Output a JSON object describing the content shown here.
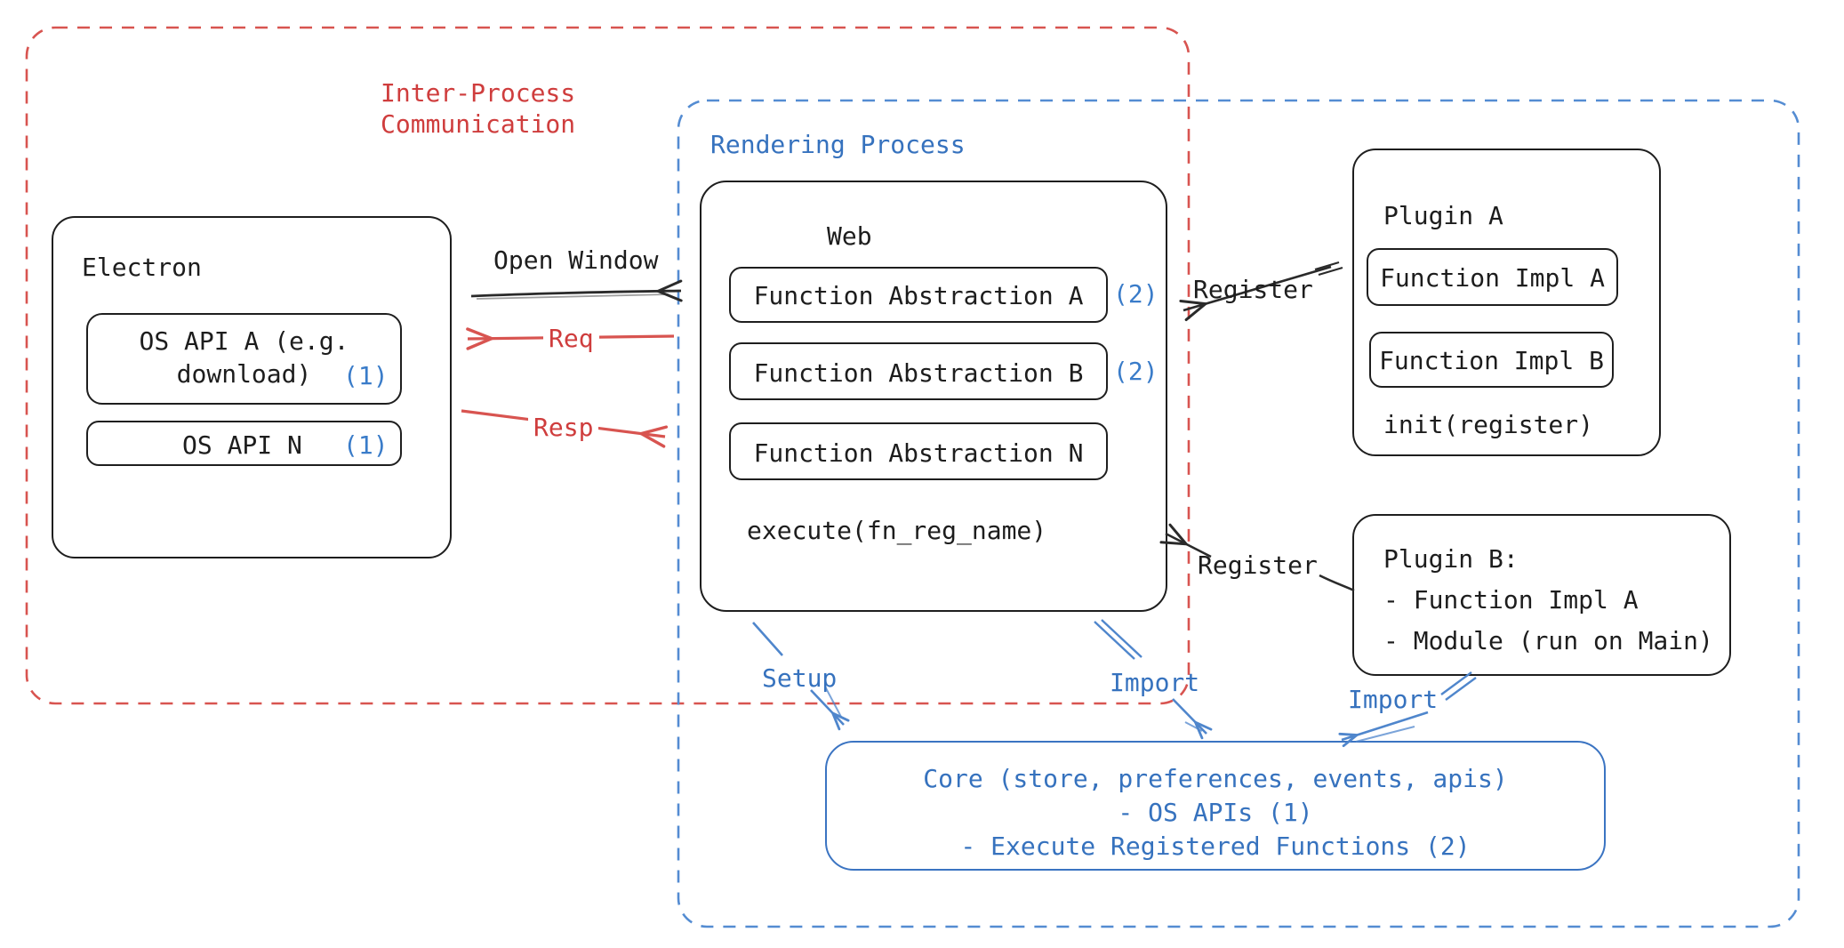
{
  "diagram": {
    "groups": {
      "ipc_line1": "Inter-Process",
      "ipc_line2": "Communication",
      "rendering": "Rendering Process"
    },
    "electron": {
      "title": "Electron",
      "api_a_line1": "OS API A (e.g.",
      "api_a_line2": "download)",
      "api_a_ref": "(1)",
      "api_n": "OS API N",
      "api_n_ref": "(1)"
    },
    "web": {
      "title": "Web",
      "fa_a": "Function Abstraction A",
      "fa_a_ref": "(2)",
      "fa_b": "Function Abstraction B",
      "fa_b_ref": "(2)",
      "fa_n": "Function Abstraction N",
      "execute": "execute(fn_reg_name)"
    },
    "plugin_a": {
      "title": "Plugin A",
      "impl_a": "Function Impl A",
      "impl_b": "Function Impl B",
      "init": "init(register)"
    },
    "plugin_b": {
      "line1": "Plugin B:",
      "line2": "- Function Impl A",
      "line3": "- Module (run on Main)"
    },
    "core": {
      "line1": "Core (store, preferences, events, apis)",
      "line2": "- OS APIs (1)",
      "line3": "- Execute Registered Functions (2)"
    },
    "arrows": {
      "open_window": "Open Window",
      "req": "Req",
      "resp": "Resp",
      "register_a": "Register",
      "register_b": "Register",
      "setup": "Setup",
      "import_web": "Import",
      "import_plugin": "Import"
    },
    "colors": {
      "red_text": "#cf3d3d",
      "red_stroke": "#d85450",
      "blue_text": "#3672be",
      "blue_ref": "#3a7cc9",
      "blue_dash": "#548cd2",
      "blue_arrow": "#4f86cc",
      "black_stroke": "#2a2a2a",
      "background": "#ffffff"
    }
  }
}
